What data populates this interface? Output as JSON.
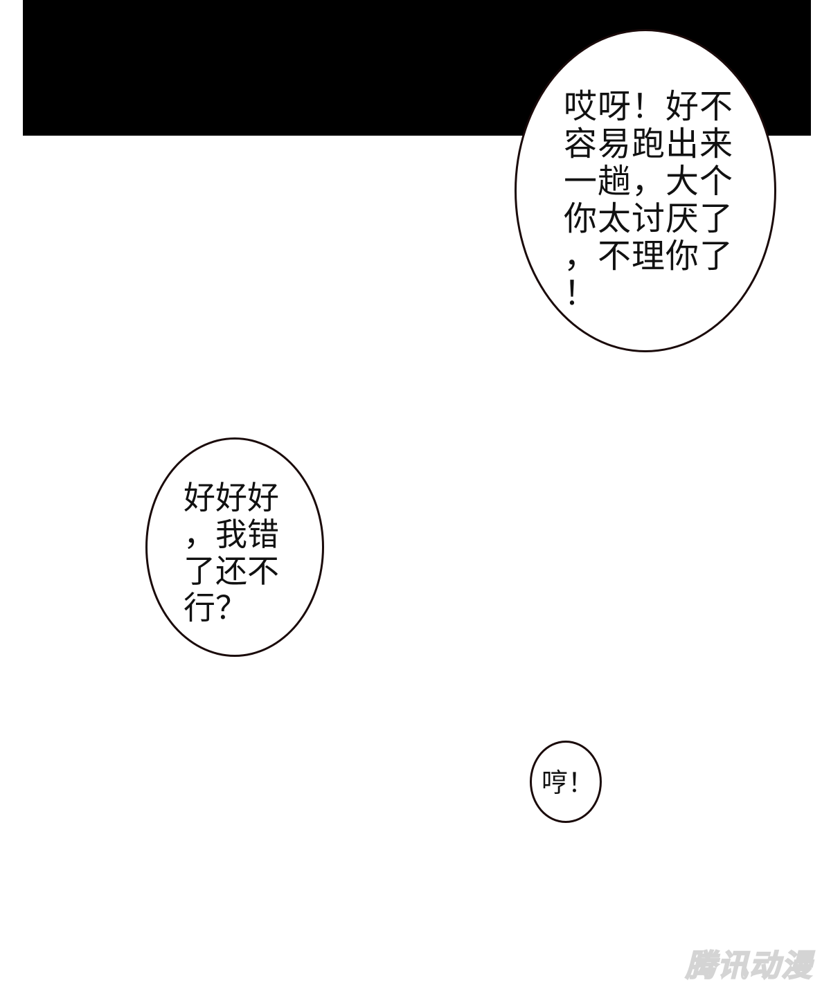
{
  "page": {
    "background_color": "#ffffff",
    "panel_color": "#000000",
    "bubble_border_color": "#1a0a0a"
  },
  "bubbles": [
    {
      "id": "bubble-1",
      "lines": "哎呀！好不\n容易跑出来\n一趟，大个\n你太讨厌了\n，不理你了\n！",
      "text": "哎呀！好不容易跑出来一趟，大个你太讨厌了，不理你了！"
    },
    {
      "id": "bubble-2",
      "lines": "好好好\n，我错\n了还不\n行？",
      "text": "好好好，我错了还不行？"
    },
    {
      "id": "bubble-3",
      "lines": "哼！",
      "text": "哼！"
    }
  ],
  "watermark": {
    "text": "腾讯动漫"
  }
}
